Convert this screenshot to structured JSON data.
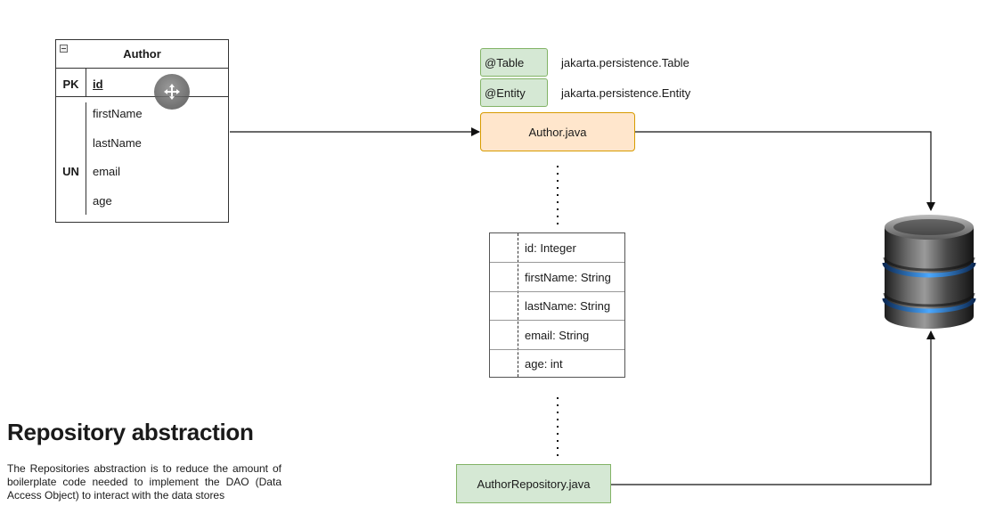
{
  "er_table": {
    "title": "Author",
    "keys": {
      "pk": "PK",
      "un": "UN"
    },
    "pk_field": "id",
    "fields": [
      "firstName",
      "lastName",
      "email",
      "age"
    ]
  },
  "annotations": [
    {
      "tag": "@Table",
      "type": "jakarta.persistence.Table"
    },
    {
      "tag": "@Entity",
      "type": "jakarta.persistence.Entity"
    }
  ],
  "entity_class": "Author.java",
  "class_fields": [
    "id: Integer",
    "firstName: String",
    "lastName: String",
    "email: String",
    "age: int"
  ],
  "repository": "AuthorRepository.java",
  "icons": {
    "database": "database-icon",
    "cursor": "move-cursor-icon",
    "collapse": "collapse-icon"
  },
  "colors": {
    "annotation_fill": "#d5e8d4",
    "annotation_stroke": "#82b366",
    "entity_fill": "#ffe6cc",
    "entity_stroke": "#d79b00"
  },
  "text": {
    "heading": "Repository abstraction",
    "description": "The Repositories abstraction is to reduce the amount of boilerplate code needed to implement the DAO (Data Access Object) to interact with the data stores"
  }
}
